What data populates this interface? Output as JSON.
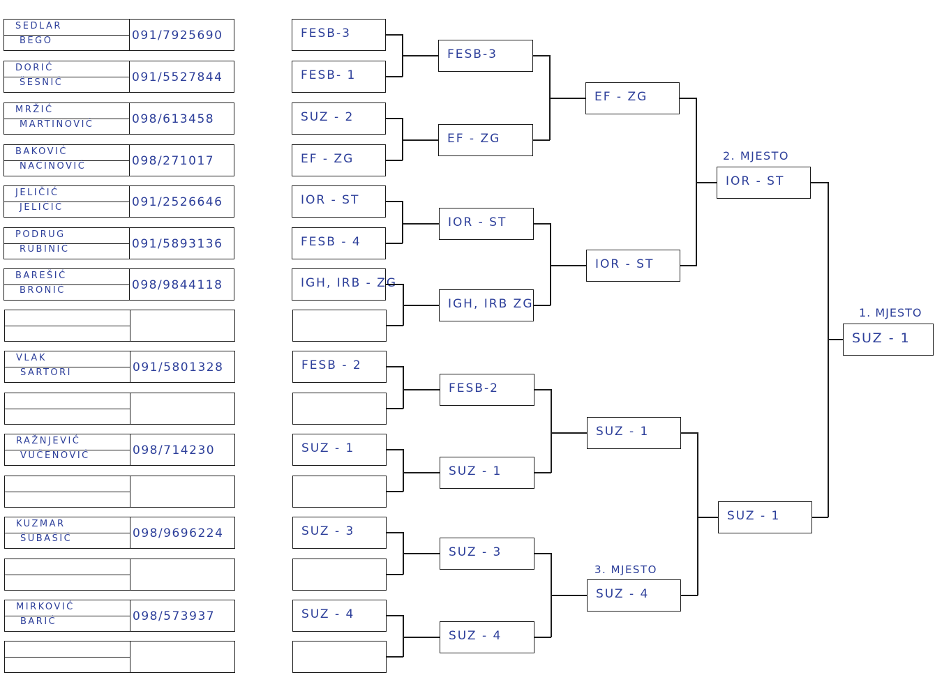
{
  "pairs": [
    {
      "name1": "SEDLAR",
      "name2": "BEGO",
      "phone": "091/7925690"
    },
    {
      "name1": "DORIĆ",
      "name2": "ŠESNIĆ",
      "phone": "091/5527844"
    },
    {
      "name1": "MRŽIĆ",
      "name2": "MARTINOVIĆ",
      "phone": "098/613458"
    },
    {
      "name1": "BAKOVIĆ",
      "name2": "NAČINOVIĆ",
      "phone": "098/271017"
    },
    {
      "name1": "JELIČIĆ",
      "name2": "JELIČIĆ",
      "phone": "091/2526646"
    },
    {
      "name1": "PODRUG",
      "name2": "RUBINIĆ",
      "phone": "091/5893136"
    },
    {
      "name1": "BAREŠIĆ",
      "name2": "BRONIĆ",
      "phone": "098/9844118"
    },
    {
      "name1": "",
      "name2": "",
      "phone": ""
    },
    {
      "name1": "VLAK",
      "name2": "SARTORI",
      "phone": "091/5801328"
    },
    {
      "name1": "",
      "name2": "",
      "phone": ""
    },
    {
      "name1": "RAŽNJEVIĆ",
      "name2": "VUČENOVIĆ",
      "phone": "098/714230"
    },
    {
      "name1": "",
      "name2": "",
      "phone": ""
    },
    {
      "name1": "KUZMAR",
      "name2": "ŠUBAŠIĆ",
      "phone": "098/9696224"
    },
    {
      "name1": "",
      "name2": "",
      "phone": ""
    },
    {
      "name1": "MIRKOVIĆ",
      "name2": "BARIĆ",
      "phone": "098/573937"
    },
    {
      "name1": "",
      "name2": "",
      "phone": ""
    }
  ],
  "round1": [
    "FESB-3",
    "FESB- 1",
    "SUZ - 2",
    "EF - ZG",
    "IOR - ST",
    "FESB - 4",
    "IGH, IRB - ZG",
    "",
    "FESB - 2",
    "",
    "SUZ - 1",
    "",
    "SUZ - 3",
    "",
    "SUZ - 4",
    ""
  ],
  "round2": [
    "FESB-3",
    "EF - ZG",
    "IOR - ST",
    "IGH, IRB ZG",
    "FESB-2",
    "SUZ - 1",
    "SUZ - 3",
    "SUZ - 4"
  ],
  "round3": [
    "EF - ZG",
    "IOR - ST",
    "SUZ - 1",
    "SUZ - 4"
  ],
  "round4": [
    "IOR - ST",
    "SUZ - 1"
  ],
  "final": "SUZ - 1",
  "labels": {
    "second": "2. MJESTO",
    "third": "3. MJESTO",
    "first": "1. MJESTO"
  }
}
